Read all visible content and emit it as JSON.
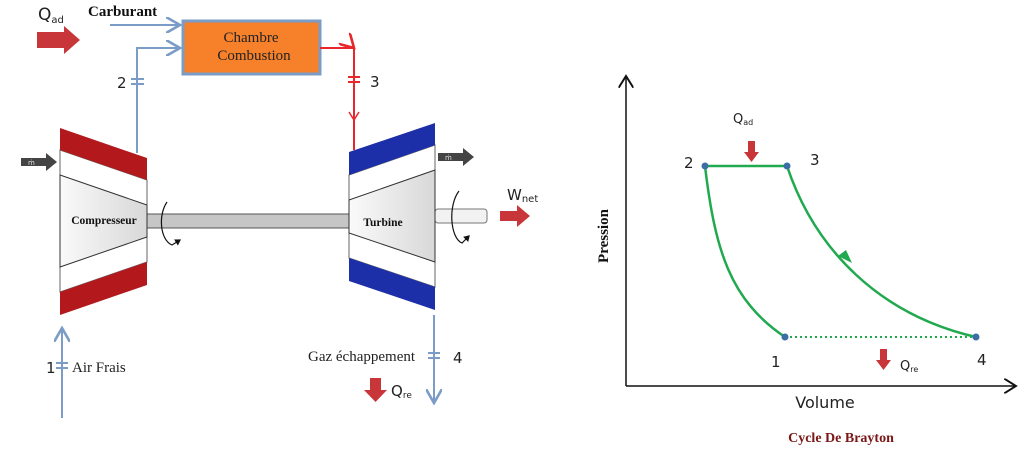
{
  "colors": {
    "flow_blue": "#7a9cc6",
    "hot_red": "#e8262b",
    "heat_arrow": "#c8363a",
    "chamber_fill": "#f7812a",
    "compressor_red": "#b3191c",
    "turbine_blue": "#1c2fa8",
    "cycle_green": "#21a94f",
    "point_blue": "#3b6ea5",
    "caption": "#7a1616"
  },
  "schematic": {
    "heat_in": {
      "main": "Q",
      "sub": "ad"
    },
    "fuel_label": "Carburant",
    "chamber_label": [
      "Chambre",
      "Combustion"
    ],
    "compressor_label": "Compresseur",
    "turbine_label": "Turbine",
    "work": {
      "main": "W",
      "sub": "net"
    },
    "mass_flow_symbol": "ṁ",
    "station_1": "1",
    "station_2": "2",
    "station_3": "3",
    "station_4": "4",
    "air_label": "Air Frais",
    "exhaust_label": "Gaz échappement",
    "heat_out": {
      "main": "Q",
      "sub": "re"
    }
  },
  "pv_diagram": {
    "y_axis_label": "Pression",
    "x_axis_label": "Volume",
    "points": [
      "1",
      "2",
      "3",
      "4"
    ],
    "heat_in": {
      "main": "Q",
      "sub": "ad"
    },
    "heat_out": {
      "main": "Q",
      "sub": "re"
    },
    "caption": "Cycle De Brayton"
  }
}
